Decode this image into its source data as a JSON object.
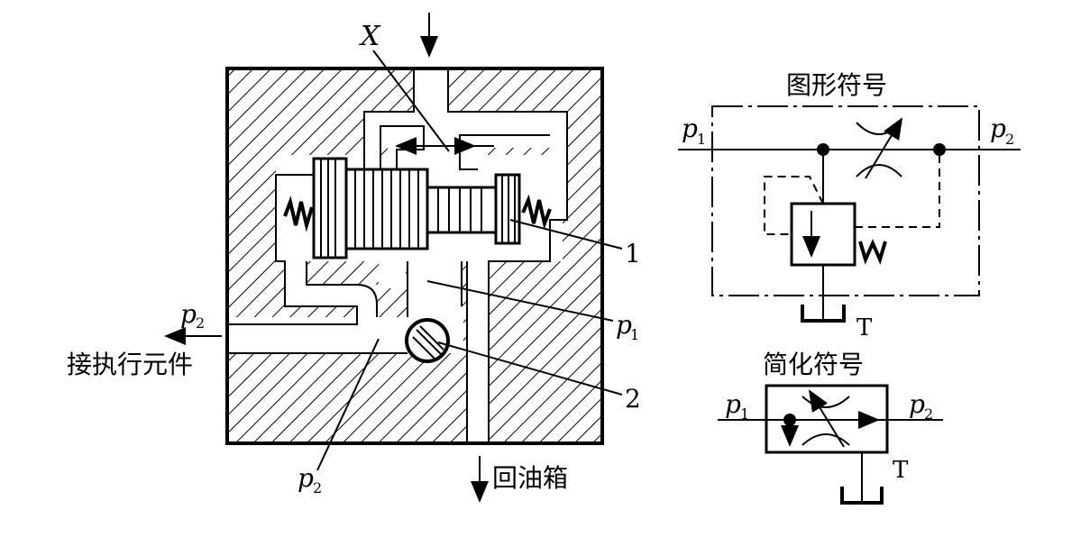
{
  "valve": {
    "label_x": "X",
    "callout_1": "1",
    "callout_2": "2",
    "p1": "p",
    "p1_sub": "1",
    "p2_sub": "2",
    "p2_left": "p",
    "p2_bottom": "p",
    "to_actuator": "接执行元件",
    "to_tank": "回油箱"
  },
  "symbol": {
    "title": "图形符号",
    "p1": "p",
    "p1_sub": "1",
    "p2": "p",
    "p2_sub": "2",
    "tank": "T"
  },
  "simplified": {
    "title": "简化符号",
    "p1": "p",
    "p1_sub": "1",
    "p2": "p",
    "p2_sub": "2",
    "tank": "T"
  }
}
